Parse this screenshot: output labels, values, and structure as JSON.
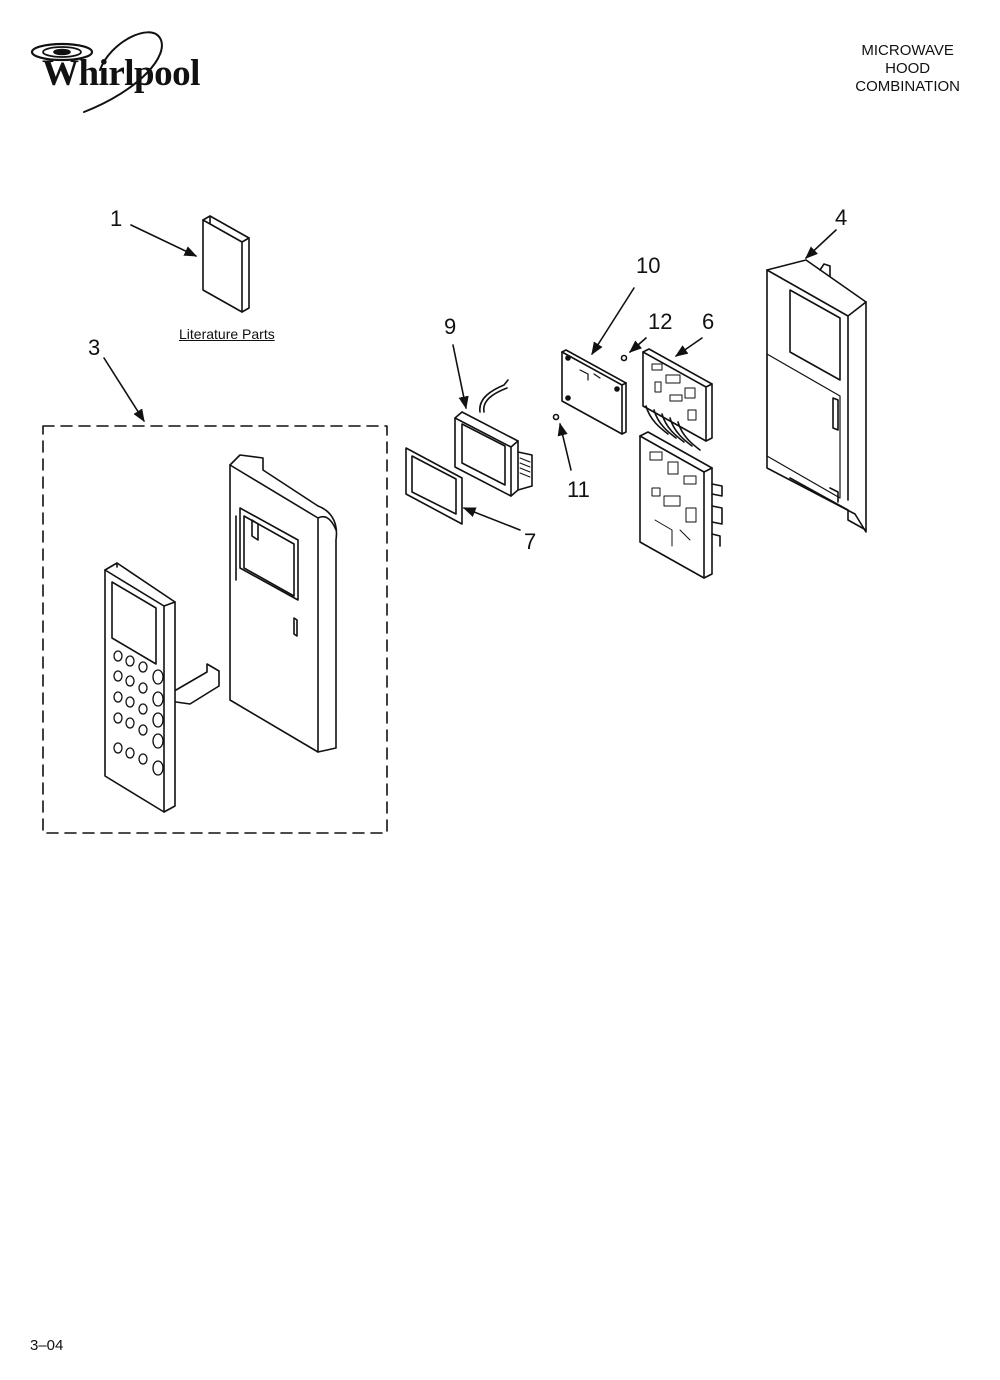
{
  "brand": {
    "name": "Whirlpool"
  },
  "header": {
    "title_lines": [
      "MICROWAVE",
      "HOOD",
      "COMBINATION"
    ]
  },
  "labels": {
    "literature": "Literature Parts"
  },
  "callouts": [
    "1",
    "3",
    "4",
    "6",
    "7",
    "9",
    "10",
    "11",
    "12"
  ],
  "footer": {
    "page_code": "3–04"
  }
}
